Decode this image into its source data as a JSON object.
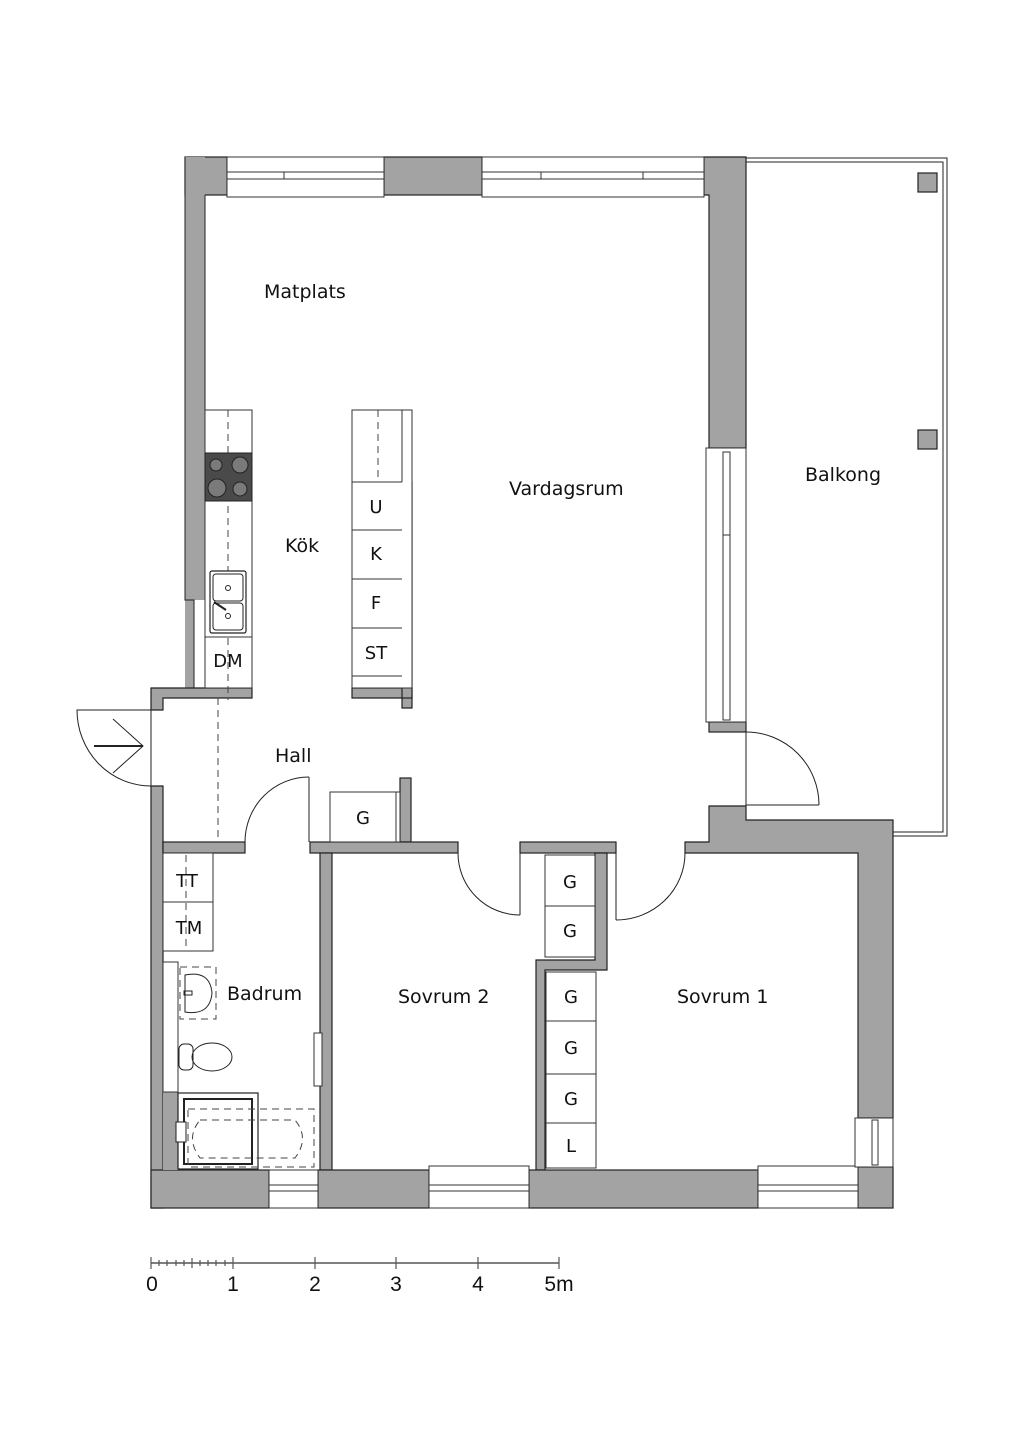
{
  "rooms": {
    "matplats": "Matplats",
    "kok": "Kök",
    "vardagsrum": "Vardagsrum",
    "balkong": "Balkong",
    "hall": "Hall",
    "badrum": "Badrum",
    "sovrum2": "Sovrum 2",
    "sovrum1": "Sovrum 1"
  },
  "units": {
    "kitchen_left": [
      "DM"
    ],
    "kitchen_island": [
      "U",
      "K",
      "F",
      "ST"
    ],
    "hall_closet": "G",
    "bath_units": [
      "TT",
      "TM"
    ],
    "corridor_closets": [
      "G",
      "G"
    ],
    "sovrum1_closets": [
      "G",
      "G",
      "G",
      "L"
    ]
  },
  "scale_bar": {
    "labels": [
      "0",
      "1",
      "2",
      "3",
      "4",
      "5m"
    ],
    "unit": "m",
    "max": 5
  },
  "colors": {
    "wall": "#a3a3a3",
    "stove": "#4a4a4a",
    "line": "#222222"
  }
}
